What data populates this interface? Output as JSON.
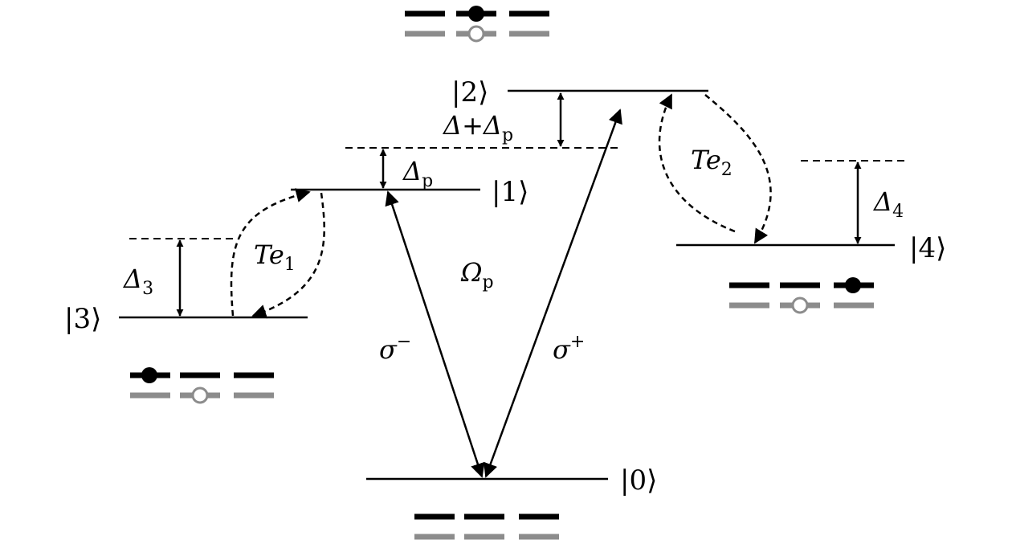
{
  "levels": {
    "ground": "|0⟩",
    "l1": "|1⟩",
    "l2": "|2⟩",
    "l3": "|3⟩",
    "l4": "|4⟩"
  },
  "detunings": {
    "delta_p": {
      "sym": "Δ",
      "sub": "p"
    },
    "delta_sum": {
      "a": "Δ",
      "plus": "+",
      "b": "Δ",
      "sub": "p"
    },
    "delta3": {
      "sym": "Δ",
      "sub": "3"
    },
    "delta4": {
      "sym": "Δ",
      "sub": "4"
    }
  },
  "transitions": {
    "omega_p": {
      "sym": "Ω",
      "sub": "p"
    },
    "sigma_minus": {
      "sym": "σ",
      "sup": "−"
    },
    "sigma_plus": {
      "sym": "σ",
      "sup": "+"
    },
    "te1": {
      "sym": "Te",
      "sub": "1"
    },
    "te2": {
      "sym": "Te",
      "sub": "2"
    }
  },
  "colors": {
    "line": "#000000",
    "hole_line": "#8c8c8c"
  }
}
